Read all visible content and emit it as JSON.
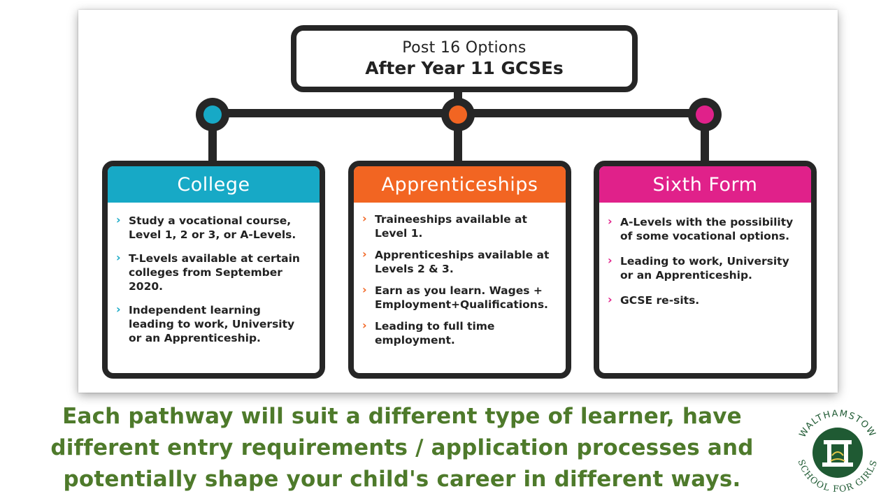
{
  "diagram": {
    "title_line1": "Post 16 Options",
    "title_line2": "After Year 11 GCSEs",
    "connector_color": "#262626",
    "cards": [
      {
        "heading": "College",
        "color": "#17a9c6",
        "items": [
          "Study a vocational course, Level 1, 2 or 3, or A-Levels.",
          "T-Levels available at certain colleges from September 2020.",
          "Independent learning leading to work, University or an Apprenticeship."
        ]
      },
      {
        "heading": "Apprenticeships",
        "color": "#f26522",
        "items": [
          "Traineeships available at Level 1.",
          "Apprenticeships available at Levels 2 & 3.",
          "Earn as you learn. Wages + Employment+Qualifications.",
          "Leading to full time employment."
        ]
      },
      {
        "heading": "Sixth Form",
        "color": "#e0218a",
        "items": [
          "A-Levels with the possibility of some vocational options.",
          "Leading to work, University or an Apprenticeship.",
          "GCSE re-sits."
        ]
      }
    ]
  },
  "caption": "Each pathway will suit a different type of learner, have different entry requirements / application processes and potentially shape your child's career in different ways.",
  "logo": {
    "text_top": "WALTHAMSTOW",
    "text_bottom": "SCHOOL FOR GIRLS",
    "color": "#1f5a33"
  }
}
